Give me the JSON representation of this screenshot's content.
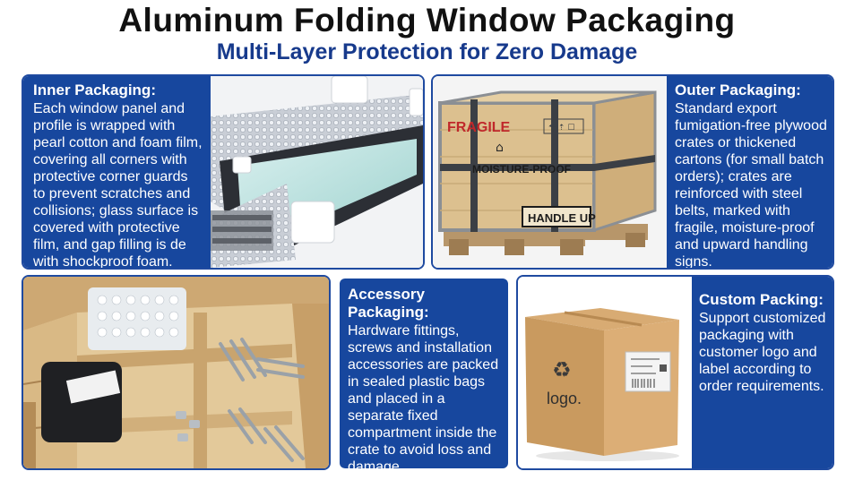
{
  "header": {
    "title": "Aluminum Folding Window Packaging",
    "subtitle": "Multi-Layer Protection for Zero Damage"
  },
  "inner": {
    "heading": "Inner Packaging:",
    "body": "Each window panel and profile is wrapped with pearl cotton and foam film, covering all corners with protective corner guards to prevent scratches and collisions; glass surface is covered with protective film, and gap filling is de with shockproof foam."
  },
  "outer": {
    "heading": "Outer Packaging:",
    "body": "Standard export fumigation-free plywood crates or thickened cartons (for small batch orders); crates are reinforced with steel belts, marked with fragile, moisture-proof and upward handling signs.",
    "crate_labels": {
      "fragile": "FRAGILE",
      "moisture": "MOISTURE-PROOF",
      "handle": "HANDLE UP"
    }
  },
  "accessory": {
    "heading": "Accessory Packaging:",
    "body": "Hardware fittings, screws and installation accessories are packed in sealed plastic bags and placed in a separate fixed compartment inside the crate to avoid loss and damage."
  },
  "custom": {
    "heading": "Custom Packing:",
    "body": "Support customized packaging with customer logo and label according to order requirements.",
    "box_logo": "logo."
  },
  "colors": {
    "panel_blue": "#17479e",
    "subtitle_blue": "#173a8c",
    "card_border": "#1f4aa0",
    "fragile_red": "#c0282b"
  }
}
